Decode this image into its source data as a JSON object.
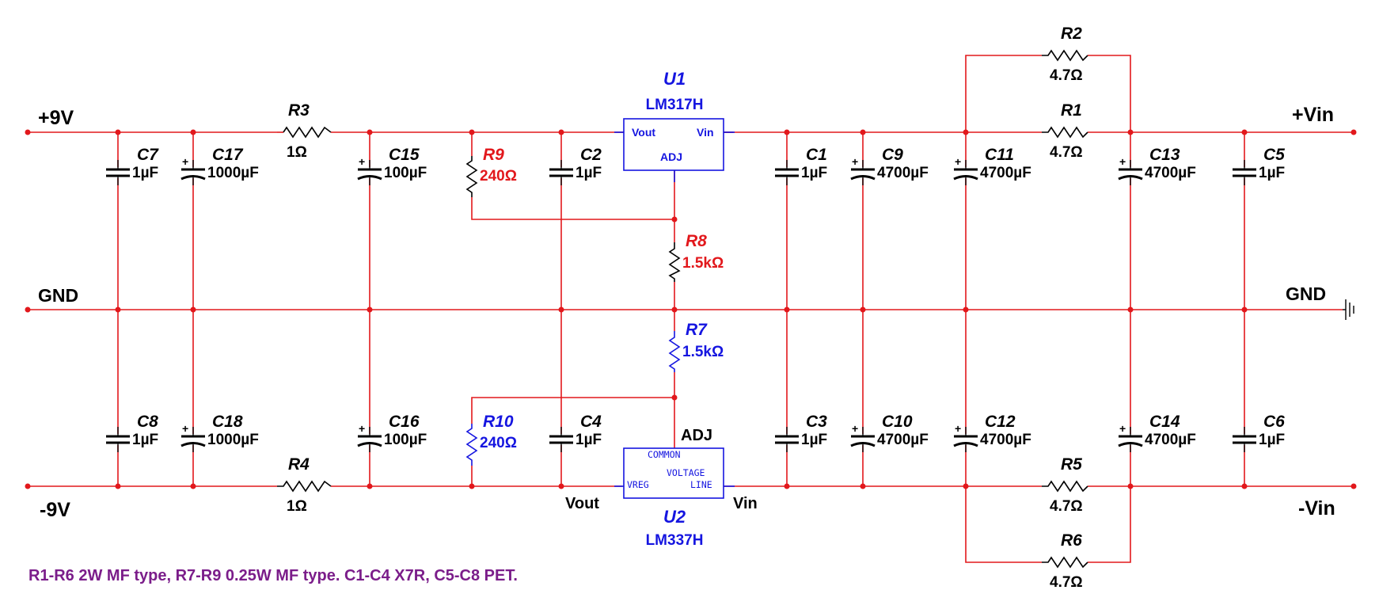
{
  "rails": {
    "plus9v": "+9V",
    "gnd_left": "GND",
    "minus9v": "-9V",
    "plus_vin": "+Vin",
    "gnd_right": "GND",
    "minus_vin": "-Vin"
  },
  "u1": {
    "ref": "U1",
    "part": "LM317H",
    "pin_vout": "Vout",
    "pin_vin": "Vin",
    "pin_adj": "ADJ"
  },
  "u2": {
    "ref": "U2",
    "part": "LM337H",
    "pin_common": "COMMON",
    "pin_voltage": "VOLTAGE",
    "pin_line": "LINE",
    "pin_vreg": "VREG",
    "ext_adj": "ADJ",
    "ext_vout": "Vout",
    "ext_vin": "Vin"
  },
  "resistors": {
    "R1": {
      "ref": "R1",
      "value": "4.7Ω"
    },
    "R2": {
      "ref": "R2",
      "value": "4.7Ω"
    },
    "R3": {
      "ref": "R3",
      "value": "1Ω"
    },
    "R4": {
      "ref": "R4",
      "value": "1Ω"
    },
    "R5": {
      "ref": "R5",
      "value": "4.7Ω"
    },
    "R6": {
      "ref": "R6",
      "value": "4.7Ω"
    },
    "R7": {
      "ref": "R7",
      "value": "1.5kΩ"
    },
    "R8": {
      "ref": "R8",
      "value": "1.5kΩ"
    },
    "R9": {
      "ref": "R9",
      "value": "240Ω"
    },
    "R10": {
      "ref": "R10",
      "value": "240Ω"
    }
  },
  "capacitors": {
    "C1": {
      "ref": "C1",
      "value": "1µF"
    },
    "C2": {
      "ref": "C2",
      "value": "1µF"
    },
    "C3": {
      "ref": "C3",
      "value": "1µF"
    },
    "C4": {
      "ref": "C4",
      "value": "1µF"
    },
    "C5": {
      "ref": "C5",
      "value": "1µF"
    },
    "C6": {
      "ref": "C6",
      "value": "1µF"
    },
    "C7": {
      "ref": "C7",
      "value": "1µF"
    },
    "C8": {
      "ref": "C8",
      "value": "1µF"
    },
    "C9": {
      "ref": "C9",
      "value": "4700µF"
    },
    "C10": {
      "ref": "C10",
      "value": "4700µF"
    },
    "C11": {
      "ref": "C11",
      "value": "4700µF"
    },
    "C12": {
      "ref": "C12",
      "value": "4700µF"
    },
    "C13": {
      "ref": "C13",
      "value": "4700µF"
    },
    "C14": {
      "ref": "C14",
      "value": "4700µF"
    },
    "C15": {
      "ref": "C15",
      "value": "100µF"
    },
    "C16": {
      "ref": "C16",
      "value": "100µF"
    },
    "C17": {
      "ref": "C17",
      "value": "1000µF"
    },
    "C18": {
      "ref": "C18",
      "value": "1000µF"
    }
  },
  "note": "R1-R6 2W MF type, R7-R9 0.25W MF type. C1-C4 X7R, C5-C8 PET.",
  "colors": {
    "wire": "#e2181c",
    "ic": "#1515e0",
    "note": "#7b1d8a"
  }
}
